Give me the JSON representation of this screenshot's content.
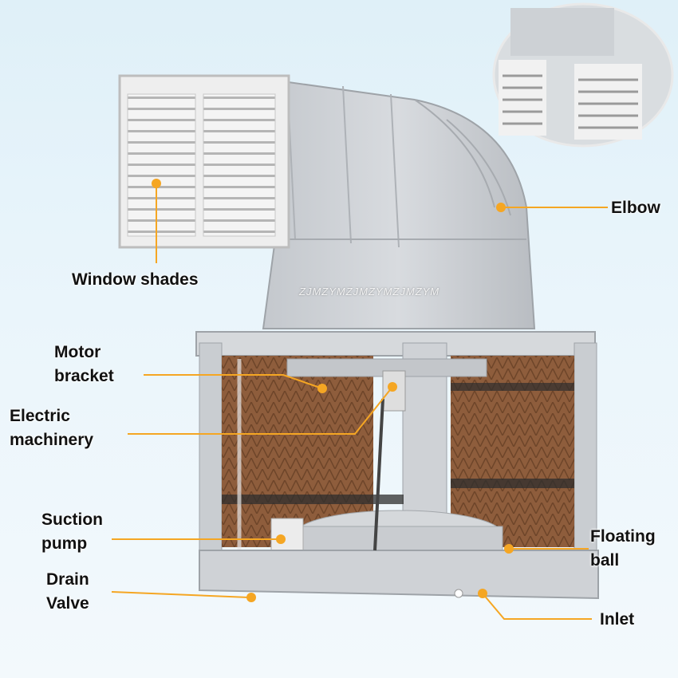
{
  "labels": {
    "window_shades": "Window shades",
    "elbow": "Elbow",
    "motor_bracket": "Motor\nbracket",
    "electric_machinery": "Electric\nmachinery",
    "suction_pump": "Suction\npump",
    "floating_ball": "Floating\nball",
    "drain_valve": "Drain\nValve",
    "inlet": "Inlet"
  },
  "watermark": "ZJMZYMZJMZYMZJMZYM",
  "colors": {
    "callout": "#f5a623",
    "housing": "#c9cdd2",
    "cooling_pad": "#8a5a3a"
  }
}
